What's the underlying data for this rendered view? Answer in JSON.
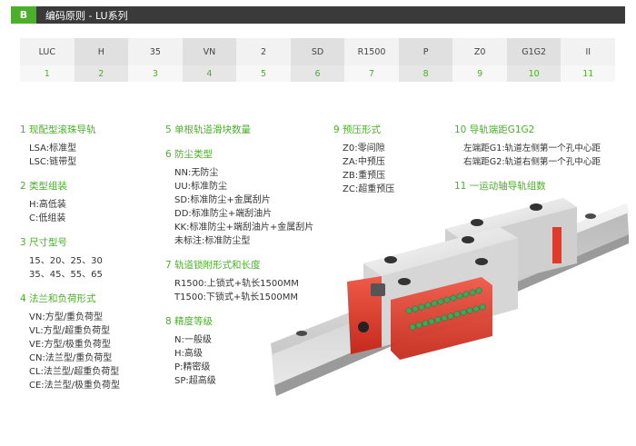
{
  "header": {
    "badge": "B",
    "title": "编码原则 - LU系列"
  },
  "code_table": [
    {
      "code": "LUC",
      "num": "1"
    },
    {
      "code": "H",
      "num": "2"
    },
    {
      "code": "35",
      "num": "3"
    },
    {
      "code": "VN",
      "num": "4"
    },
    {
      "code": "2",
      "num": "5"
    },
    {
      "code": "SD",
      "num": "6"
    },
    {
      "code": "R1500",
      "num": "7"
    },
    {
      "code": "P",
      "num": "8"
    },
    {
      "code": "Z0",
      "num": "9"
    },
    {
      "code": "G1G2",
      "num": "10"
    },
    {
      "code": "II",
      "num": "11"
    }
  ],
  "sections": {
    "s1": {
      "title": "1 现配型滚珠导轨",
      "items": [
        "LSA:标准型",
        "LSC:链带型"
      ]
    },
    "s2": {
      "title": "2 类型组装",
      "items": [
        "H:高低装",
        "C:低组装"
      ]
    },
    "s3": {
      "title": "3 尺寸型号",
      "items": [
        "15、20、25、30",
        "35、45、55、65"
      ]
    },
    "s4": {
      "title": "4 法兰和负荷形式",
      "items": [
        "VN:方型/重负荷型",
        "VL:方型/超重负荷型",
        "VE:方型/极重负荷型",
        "CN:法兰型/重负荷型",
        "CL:法兰型/超重负荷型",
        "CE:法兰型/极重负荷型"
      ]
    },
    "s5": {
      "title": "5 单根轨道滑块数量",
      "items": []
    },
    "s6": {
      "title": "6 防尘类型",
      "items": [
        "NN:无防尘",
        "UU:标准防尘",
        "SD:标准防尘+金属刮片",
        "DD:标准防尘+端刮油片",
        "KK:标准防尘+端刮油片+金属刮片",
        "未标注:标准防尘型"
      ]
    },
    "s7": {
      "title": "7 轨道锁附形式和长度",
      "items": [
        "R1500:上锁式+轨长1500MM",
        "T1500:下锁式+轨长1500MM"
      ]
    },
    "s8": {
      "title": "8 精度等级",
      "items": [
        "N:一般级",
        "H:高级",
        "P:精密级",
        "SP:超高级"
      ]
    },
    "s9": {
      "title": "9 预压形式",
      "items": [
        "Z0:零间隙",
        "ZA:中预压",
        "ZB:重预压",
        "ZC:超重预压"
      ]
    },
    "s10": {
      "title": "10 导轨端距G1G2",
      "items": [
        "左端距G1:轨道左侧第一个孔中心距",
        "右端距G2:轨道右侧第一个孔中心距"
      ]
    },
    "s11": {
      "title": "11 一运动轴导轨组数",
      "items": []
    }
  },
  "colors": {
    "accent": "#4caf2a",
    "header_bg": "#3a3a3a",
    "block_red": "#e03a2a"
  }
}
